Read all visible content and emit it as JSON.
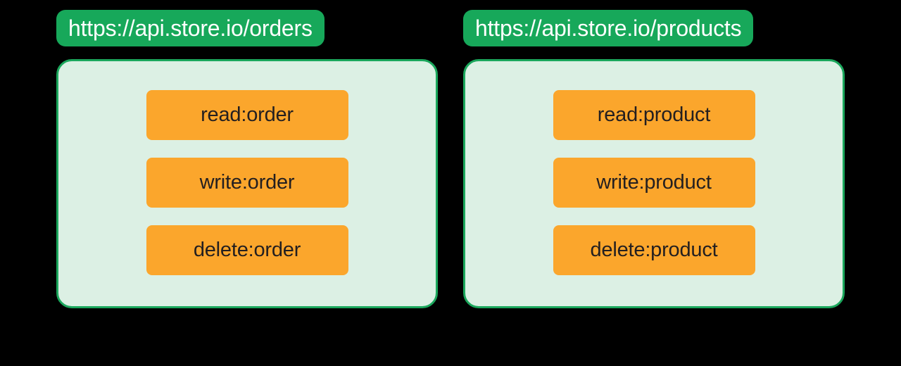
{
  "background_color": "#000000",
  "theme": {
    "pill_green": "#17A85A",
    "panel_border_green": "#1BA75C",
    "panel_fill_mint": "#DCF0E4",
    "chip_orange": "#FBA62C",
    "chip_text": "#231F20",
    "pill_text": "#FFFFFF"
  },
  "api_groups": [
    {
      "endpoint": "https://api.store.io/orders",
      "scopes": [
        {
          "label": "read:order"
        },
        {
          "label": "write:order"
        },
        {
          "label": "delete:order"
        }
      ]
    },
    {
      "endpoint": "https://api.store.io/products",
      "scopes": [
        {
          "label": "read:product"
        },
        {
          "label": "write:product"
        },
        {
          "label": "delete:product"
        }
      ]
    }
  ]
}
